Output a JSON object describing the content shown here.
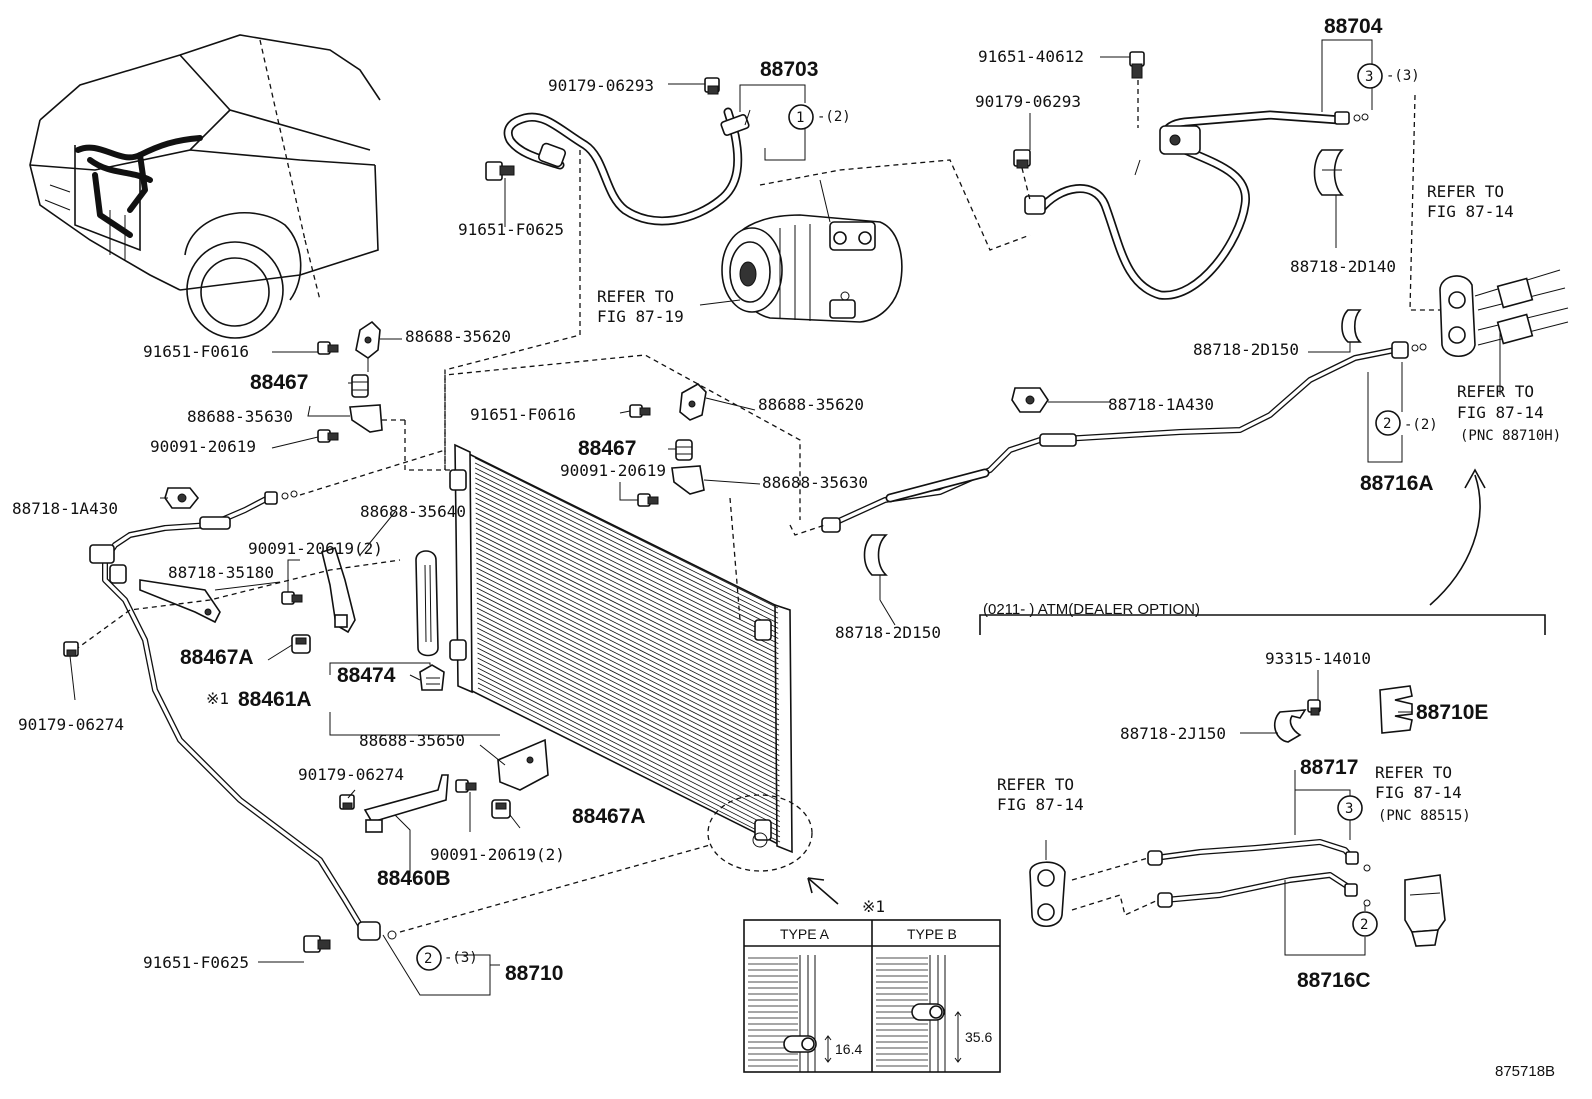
{
  "labels": {
    "p88703": "88703",
    "p88704": "88704",
    "p90179_06293_a": "90179-06293",
    "p90179_06293_b": "90179-06293",
    "p91651_40612": "91651-40612",
    "p91651_F0625_a": "91651-F0625",
    "p91651_F0625_b": "91651-F0625",
    "p91651_F0616_a": "91651-F0616",
    "p91651_F0616_b": "91651-F0616",
    "p88688_35620_a": "88688-35620",
    "p88688_35620_b": "88688-35620",
    "p88467_a": "88467",
    "p88467_b": "88467",
    "p88688_35630_a": "88688-35630",
    "p88688_35630_b": "88688-35630",
    "p90091_20619_a": "90091-20619",
    "p90091_20619_b": "90091-20619",
    "p90091_20619_c": "90091-20619(2)",
    "p90091_20619_d": "90091-20619(2)",
    "p88718_1A430_a": "88718-1A430",
    "p88718_1A430_b": "88718-1A430",
    "p88688_35640": "88688-35640",
    "p88718_35180": "88718-35180",
    "p88467A_a": "88467A",
    "p88467A_b": "88467A",
    "p88474": "88474",
    "p88461A": "88461A",
    "p88461A_mark": "※1",
    "p90179_06274_a": "90179-06274",
    "p90179_06274_b": "90179-06274",
    "p88688_35650": "88688-35650",
    "p88460B": "88460B",
    "p88710": "88710",
    "p88718_2D140": "88718-2D140",
    "p88718_2D150_a": "88718-2D150",
    "p88718_2D150_b": "88718-2D150",
    "p88716A": "88716A",
    "p93315_14010": "93315-14010",
    "p88710E": "88710E",
    "p88718_2J150": "88718-2J150",
    "p88717": "88717",
    "p88716C": "88716C",
    "ref_to": "REFER TO",
    "fig_87_19": "FIG 87-19",
    "fig_87_14": "FIG 87-14",
    "pnc_88710h": "(PNC 88710H)",
    "pnc_88515": "(PNC 88515)",
    "atm_option": "(0211-      ) ATM(DEALER OPTION)",
    "qty2": "-(2)",
    "qty3": "-(3)",
    "c1": "1",
    "c2": "2",
    "c3": "3",
    "detail_mark": "※1",
    "type_a": "TYPE A",
    "type_b": "TYPE B",
    "dim_a": "16.4",
    "dim_b": "35.6",
    "fig_id": "875718B"
  }
}
